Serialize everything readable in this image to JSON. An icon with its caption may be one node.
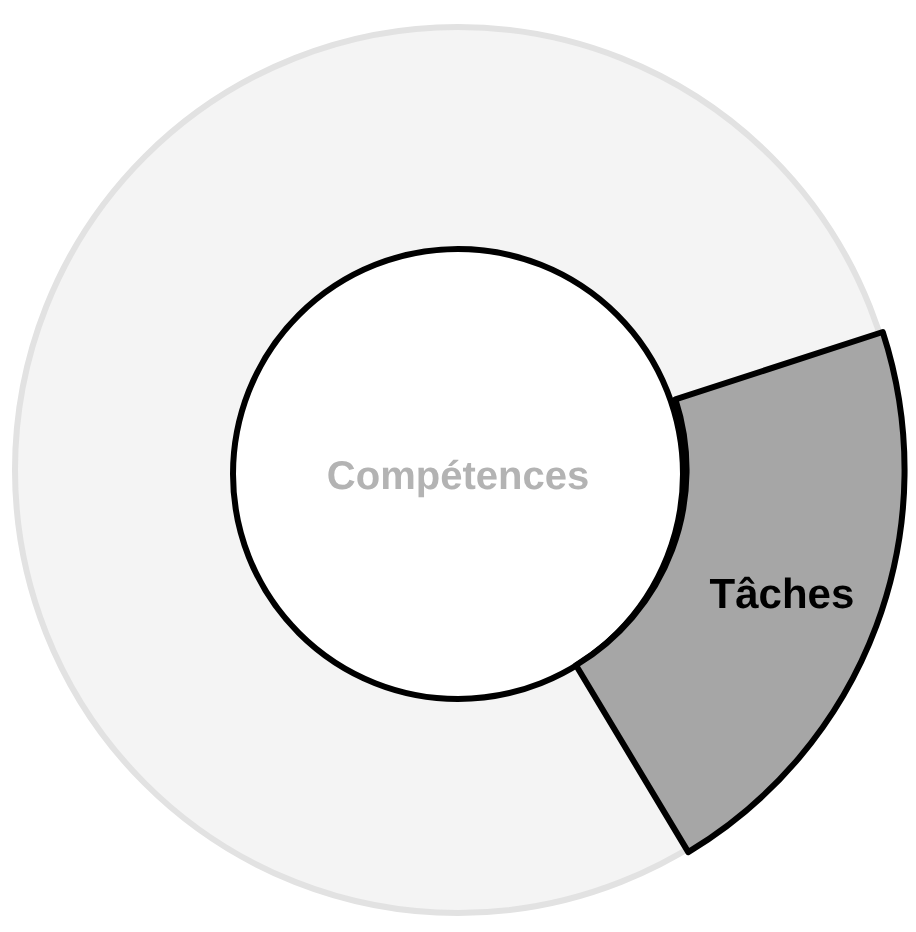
{
  "diagram": {
    "nodes": [
      {
        "text": [],
        "shape": "circle"
      },
      {
        "text": [
          "Compétences"
        ],
        "in": 0
      },
      {
        "text": [
          "Tâches"
        ],
        "in": 0
      }
    ]
  }
}
